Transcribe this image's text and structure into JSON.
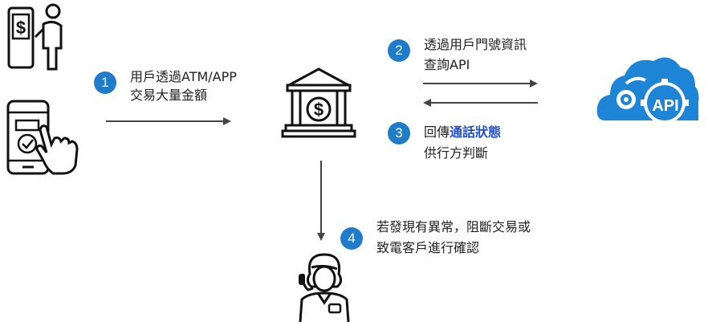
{
  "steps": [
    {
      "number": "1",
      "line1": "用戶透過ATM/APP",
      "line2": "交易大量金額"
    },
    {
      "number": "2",
      "line1": "透過用戶門號資訊",
      "line2": "查詢API"
    },
    {
      "number": "3",
      "line1_prefix": "回傳",
      "line1_highlight": "通話狀態",
      "line2": "供行方判斷"
    },
    {
      "number": "4",
      "line1": "若發現有異常，阻斷交易或",
      "line2": "致電客戶進行確認"
    }
  ],
  "api_label": "API",
  "bank_symbol": "$",
  "atm_symbol": "$",
  "colors": {
    "badge": "#1f7cc8",
    "highlight": "#1f4fd6",
    "cloud": "#1e84d6",
    "arrow": "#444444"
  }
}
